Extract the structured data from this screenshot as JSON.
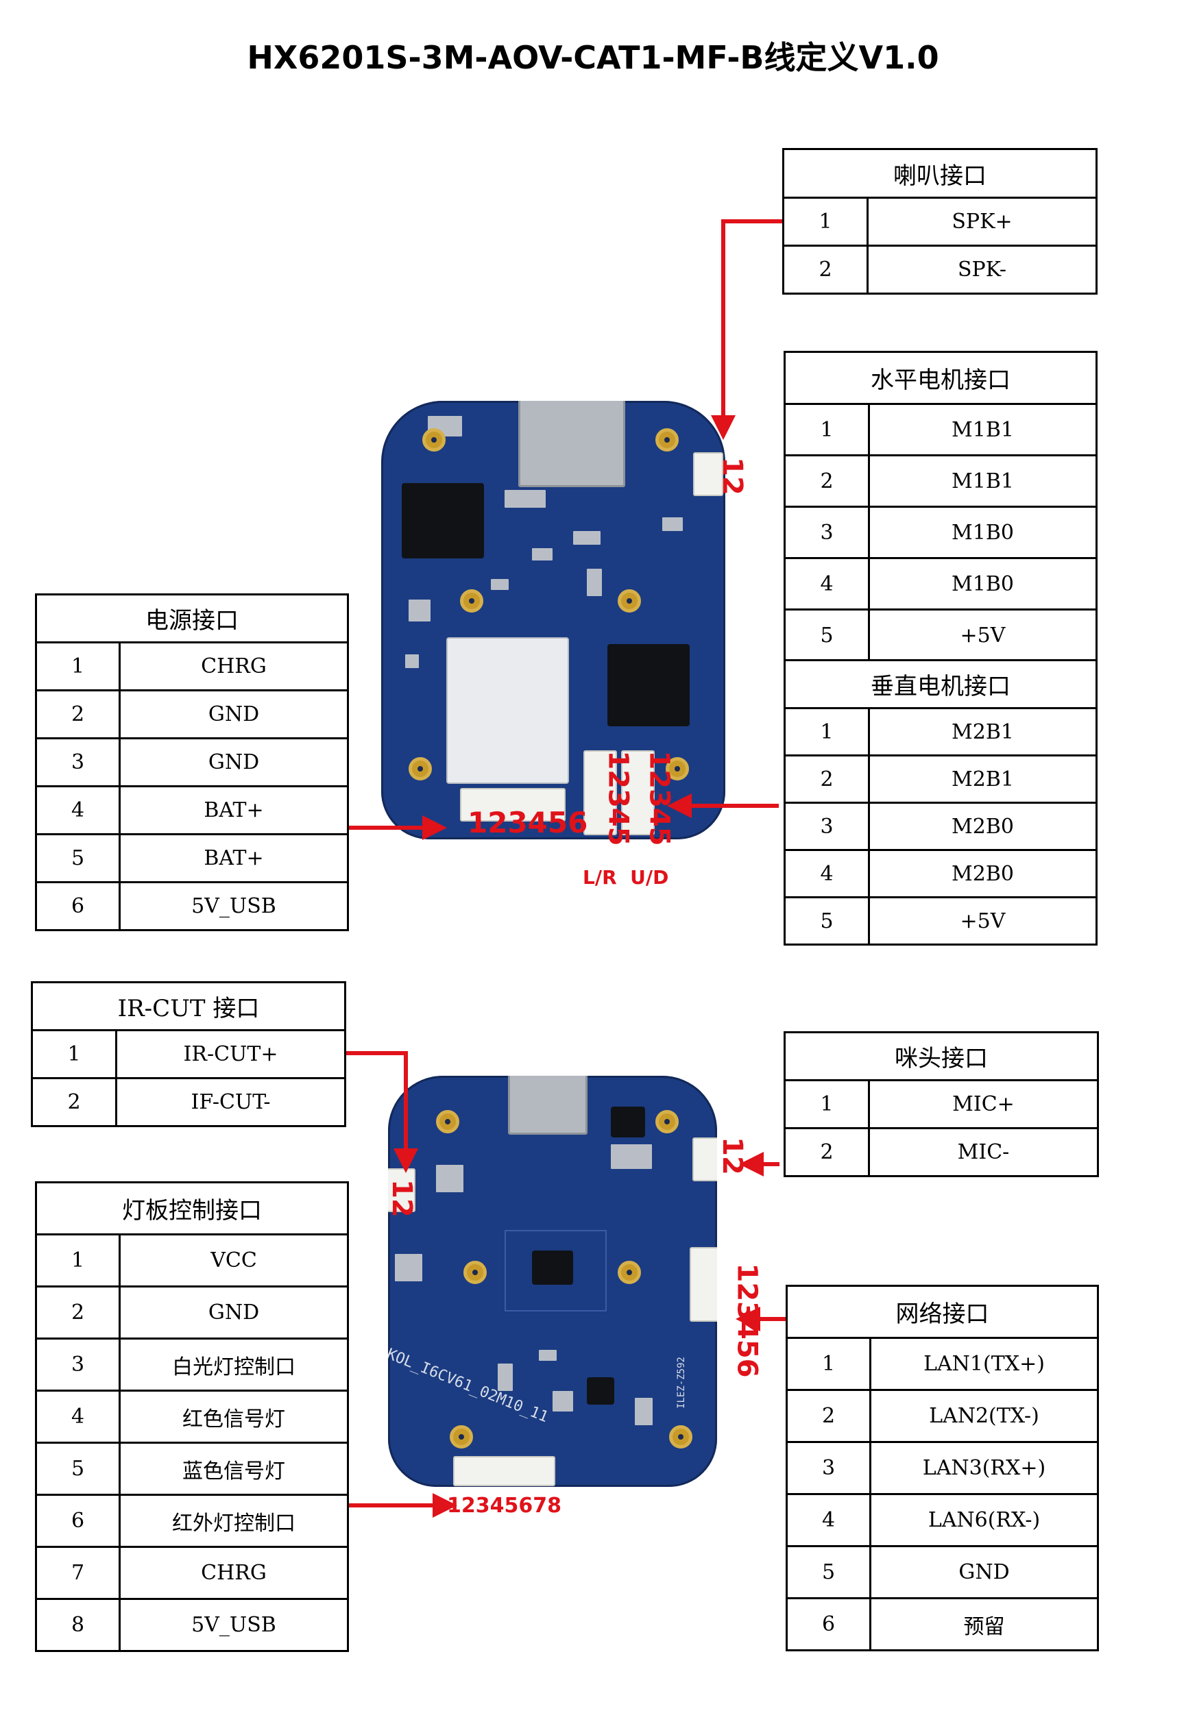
{
  "title": "HX6201S-3M-AOV-CAT1-MF-B线定义V1.0",
  "colors": {
    "arrow": "#e0121a",
    "board": "#1b3c82"
  },
  "tables": {
    "speaker": {
      "title": "喇叭接口",
      "rows": [
        [
          "1",
          "SPK+"
        ],
        [
          "2",
          "SPK-"
        ]
      ]
    },
    "h_motor": {
      "title": "水平电机接口",
      "rows": [
        [
          "1",
          "M1B1"
        ],
        [
          "2",
          "M1B1"
        ],
        [
          "3",
          "M1B0"
        ],
        [
          "4",
          "M1B0"
        ],
        [
          "5",
          "+5V"
        ]
      ]
    },
    "v_motor": {
      "title": "垂直电机接口",
      "rows": [
        [
          "1",
          "M2B1"
        ],
        [
          "2",
          "M2B1"
        ],
        [
          "3",
          "M2B0"
        ],
        [
          "4",
          "M2B0"
        ],
        [
          "5",
          "+5V"
        ]
      ]
    },
    "power": {
      "title": "电源接口",
      "rows": [
        [
          "1",
          "CHRG"
        ],
        [
          "2",
          "GND"
        ],
        [
          "3",
          "GND"
        ],
        [
          "4",
          "BAT+"
        ],
        [
          "5",
          "BAT+"
        ],
        [
          "6",
          "5V_USB"
        ]
      ]
    },
    "ircut": {
      "title": "IR-CUT 接口",
      "rows": [
        [
          "1",
          "IR-CUT+"
        ],
        [
          "2",
          "IF-CUT-"
        ]
      ]
    },
    "mic": {
      "title": "咪头接口",
      "rows": [
        [
          "1",
          "MIC+"
        ],
        [
          "2",
          "MIC-"
        ]
      ]
    },
    "light": {
      "title": "灯板控制接口",
      "rows": [
        [
          "1",
          "VCC"
        ],
        [
          "2",
          "GND"
        ],
        [
          "3",
          "白光灯控制口"
        ],
        [
          "4",
          "红色信号灯"
        ],
        [
          "5",
          "蓝色信号灯"
        ],
        [
          "6",
          "红外灯控制口"
        ],
        [
          "7",
          "CHRG"
        ],
        [
          "8",
          "5V_USB"
        ]
      ]
    },
    "network": {
      "title": "网络接口",
      "rows": [
        [
          "1",
          "LAN1(TX+)"
        ],
        [
          "2",
          "LAN2(TX-)"
        ],
        [
          "3",
          "LAN3(RX+)"
        ],
        [
          "4",
          "LAN6(RX-)"
        ],
        [
          "5",
          "GND"
        ],
        [
          "6",
          "预留"
        ]
      ]
    }
  },
  "board_labels": {
    "spk_pins": "12",
    "power_pins": "123456",
    "lr_pins": "12345",
    "ud_pins": "12345",
    "lr_ud": "L/R  U/D",
    "ircut_pins": "12",
    "mic_pins": "12",
    "net_pins": "123456",
    "light_pins": "12345678",
    "silk_bottom": "KOL_I6CV61_02M10_11",
    "silk_bottom2": "ILEZ-Z592"
  }
}
